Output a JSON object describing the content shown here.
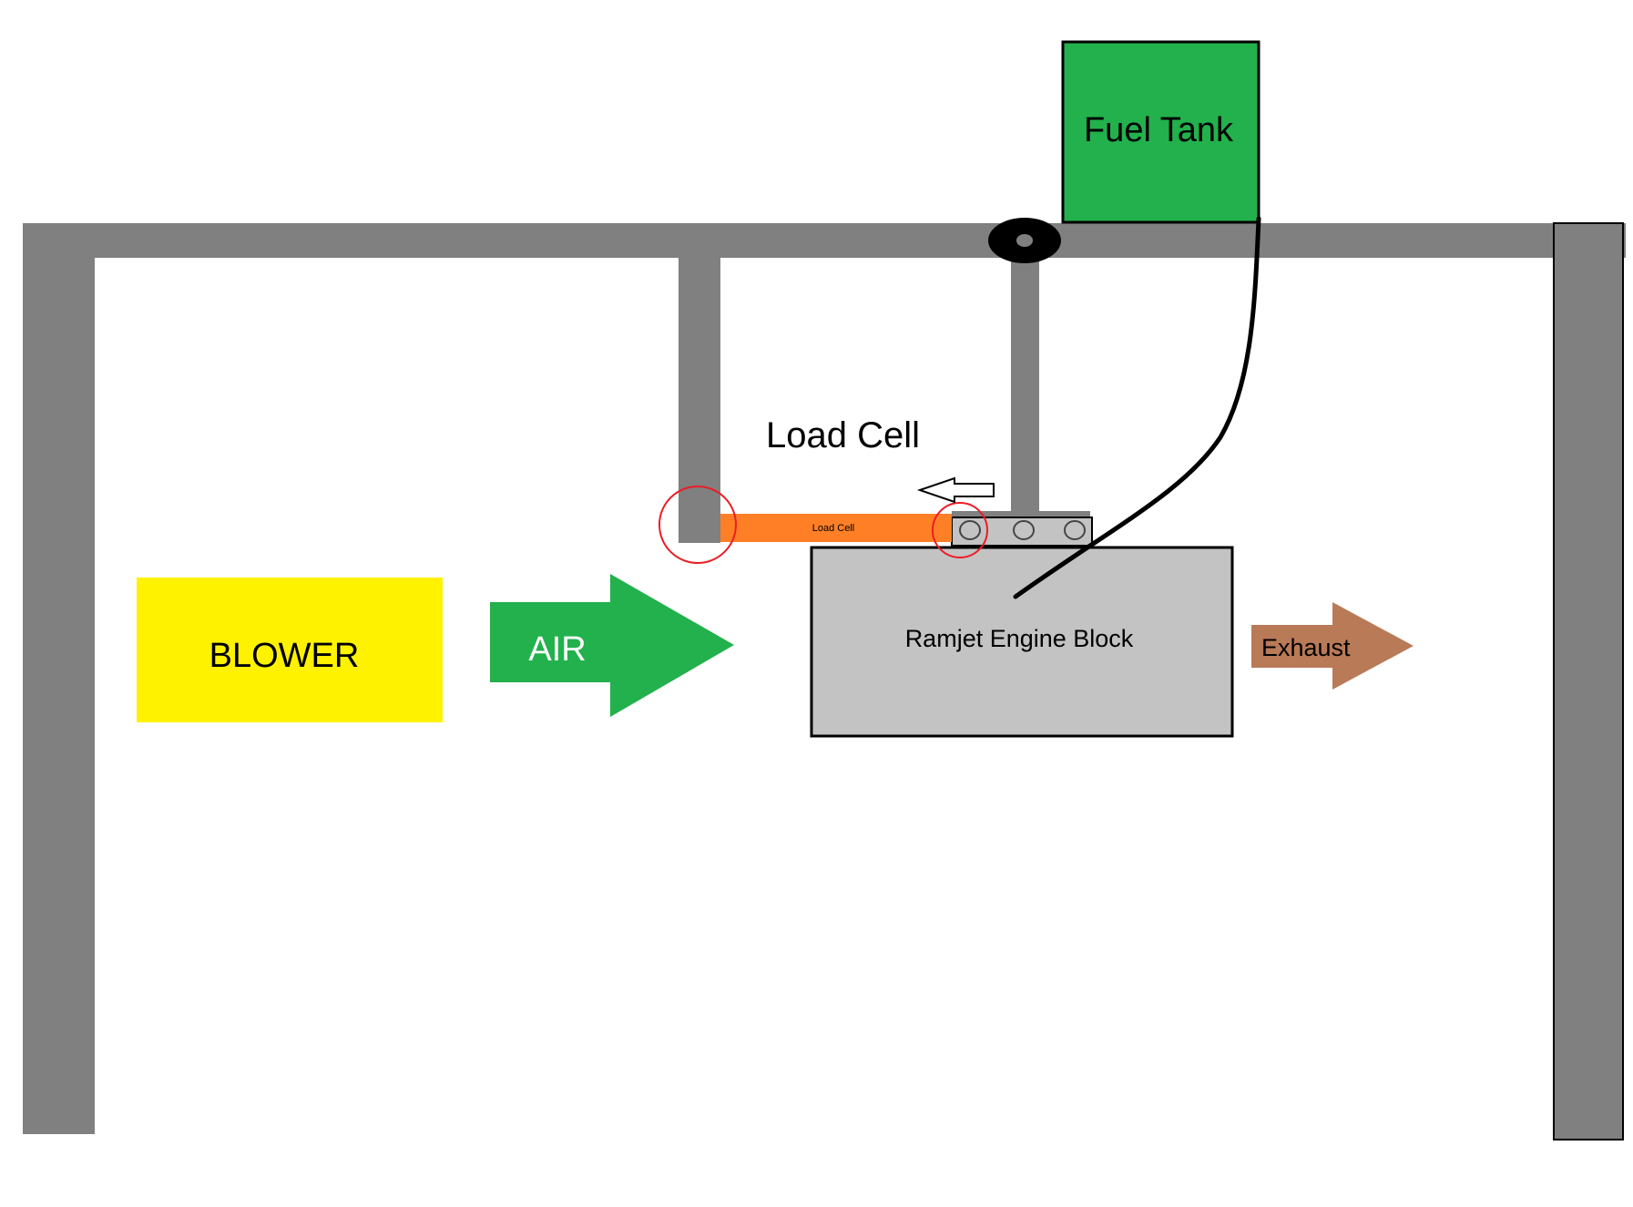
{
  "labels": {
    "fuel_tank": "Fuel Tank",
    "load_cell_title": "Load Cell",
    "load_cell_bar": "Load Cell",
    "blower": "BLOWER",
    "air": "AIR",
    "engine": "Ramjet Engine Block",
    "exhaust": "Exhaust"
  },
  "colors": {
    "frame": "#808080",
    "fuel_tank": "#22b14c",
    "air_arrow": "#22b14c",
    "blower": "#fff200",
    "load_cell": "#ff7f27",
    "engine": "#c3c3c3",
    "exhaust_arrow": "#b97a57",
    "highlight_circle": "#ed1c24",
    "outline": "#000000"
  }
}
